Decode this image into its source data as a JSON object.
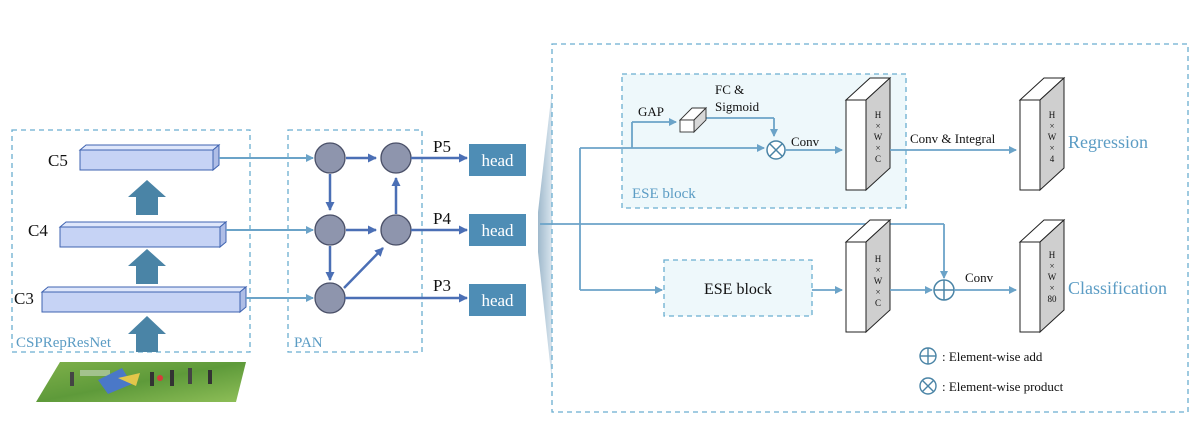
{
  "backbone": {
    "name": "CSPRepResNet",
    "levels": [
      "C5",
      "C4",
      "C3"
    ]
  },
  "neck": {
    "name": "PAN",
    "outputs": [
      "P5",
      "P4",
      "P3"
    ]
  },
  "heads": {
    "label": "head"
  },
  "head_detail": {
    "ese_block_label": "ESE block",
    "gap_label": "GAP",
    "fc_line1": "FC &",
    "fc_line2": "Sigmoid",
    "conv_label": "Conv",
    "conv_integral_label": "Conv & Integral",
    "conv2_label": "Conv",
    "regression_label": "Regression",
    "classification_label": "Classification",
    "tensor_hwc": [
      "H",
      "×",
      "W",
      "×",
      "C"
    ],
    "tensor_reg": [
      "H",
      "×",
      "W",
      "×",
      "4"
    ],
    "tensor_cls": [
      "H",
      "×",
      "W",
      "×",
      "80"
    ]
  },
  "legend": {
    "add": ": Element-wise add",
    "product": ": Element-wise product"
  },
  "colors": {
    "dashed_border": "#6aaed0",
    "head_fill": "#4e8db5",
    "arrow_blue": "#6ba3c8",
    "dark_arrow": "#4b6fb5",
    "node_fill": "#8e95ad",
    "bar_fill": "#c6d3f5",
    "up_arrow": "#4a84a6"
  }
}
